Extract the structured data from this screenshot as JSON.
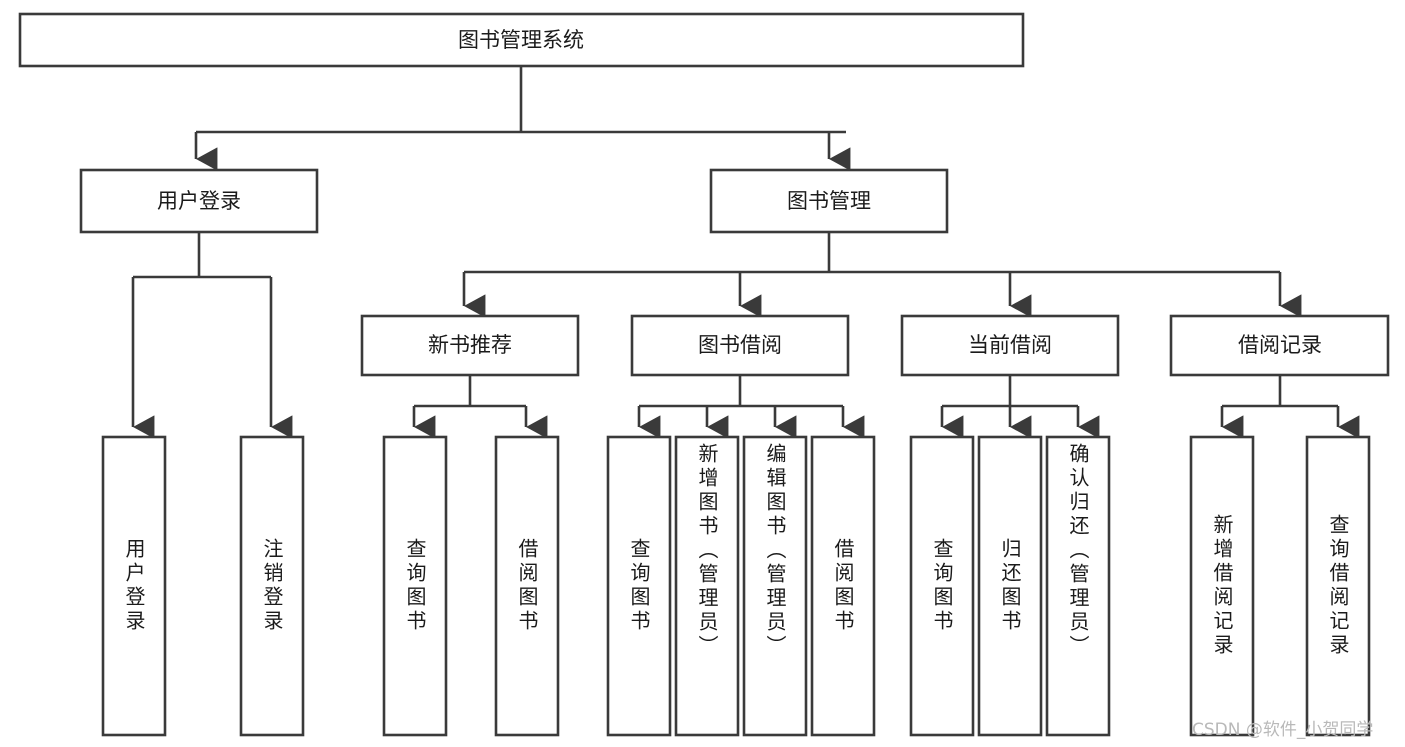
{
  "diagram": {
    "type": "tree-hierarchy",
    "title": "图书管理系统",
    "root": {
      "label": "图书管理系统",
      "orientation": "horizontal"
    },
    "level2": [
      {
        "label": "用户登录",
        "orientation": "horizontal"
      },
      {
        "label": "图书管理",
        "orientation": "horizontal"
      }
    ],
    "level3": [
      {
        "label": "新书推荐",
        "orientation": "horizontal"
      },
      {
        "label": "图书借阅",
        "orientation": "horizontal"
      },
      {
        "label": "当前借阅",
        "orientation": "horizontal"
      },
      {
        "label": "借阅记录",
        "orientation": "horizontal"
      }
    ],
    "leaves": {
      "user_login": [
        {
          "label": "用户登录",
          "orientation": "vertical"
        },
        {
          "label": "注销登录",
          "orientation": "vertical"
        }
      ],
      "new_book_recommend": [
        {
          "label": "查询图书",
          "orientation": "vertical"
        },
        {
          "label": "借阅图书",
          "orientation": "vertical"
        }
      ],
      "book_borrow": [
        {
          "label": "查询图书",
          "orientation": "vertical"
        },
        {
          "label": "新增图书（管理员）",
          "orientation": "vertical"
        },
        {
          "label": "编辑图书（管理员）",
          "orientation": "vertical"
        },
        {
          "label": "借阅图书",
          "orientation": "vertical"
        }
      ],
      "current_borrow": [
        {
          "label": "查询图书",
          "orientation": "vertical"
        },
        {
          "label": "归还图书",
          "orientation": "vertical"
        },
        {
          "label": "确认归还（管理员）",
          "orientation": "vertical"
        }
      ],
      "borrow_record": [
        {
          "label": "新增借阅记录",
          "orientation": "vertical"
        },
        {
          "label": "查询借阅记录",
          "orientation": "vertical"
        }
      ]
    }
  },
  "watermark": {
    "text": "CSDN @软件_小贺同学"
  },
  "colors": {
    "box_stroke": "#3a3a3a",
    "box_fill": "#ffffff",
    "text": "#1b1b1b",
    "watermark": "#b9b9b9",
    "background": "#ffffff"
  }
}
